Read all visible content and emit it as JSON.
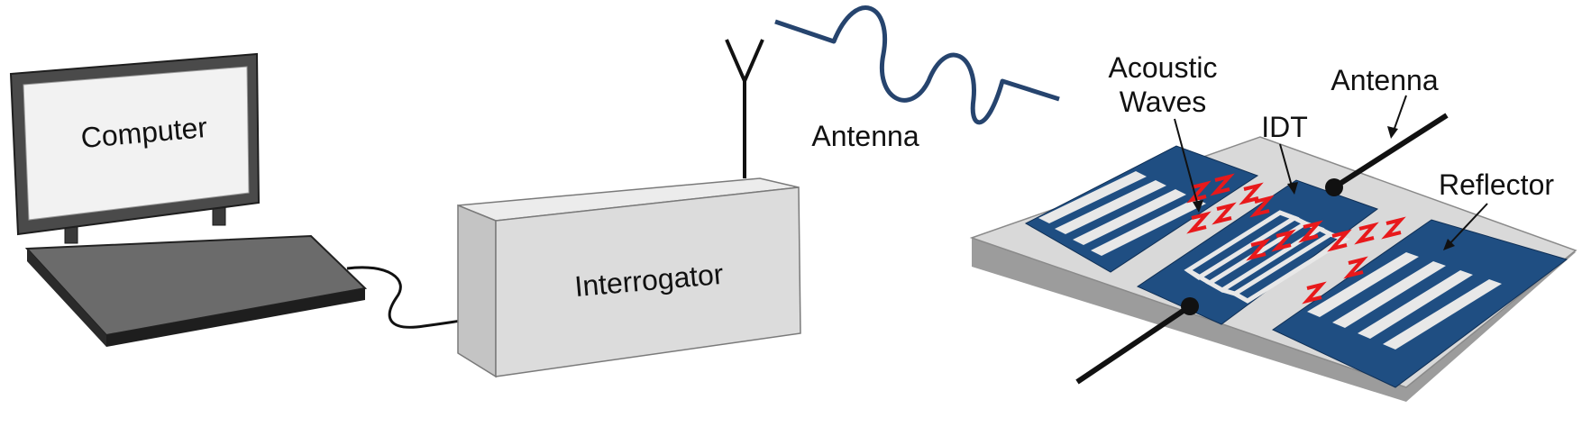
{
  "labels": {
    "computer": "Computer",
    "interrogator": "Interrogator",
    "antenna_left": "Antenna",
    "acoustic_line1": "Acoustic",
    "acoustic_line2": "Waves",
    "idt": "IDT",
    "antenna_right": "Antenna",
    "reflector": "Reflector"
  },
  "colors": {
    "electrode_blue": "#1f4e82",
    "substrate_gray": "#d9d9d9",
    "wave_red": "#e8191b",
    "wireless_wave": "#26446e",
    "box_gray": "#dcdcdc",
    "laptop_dark": "#3c3c3c"
  }
}
